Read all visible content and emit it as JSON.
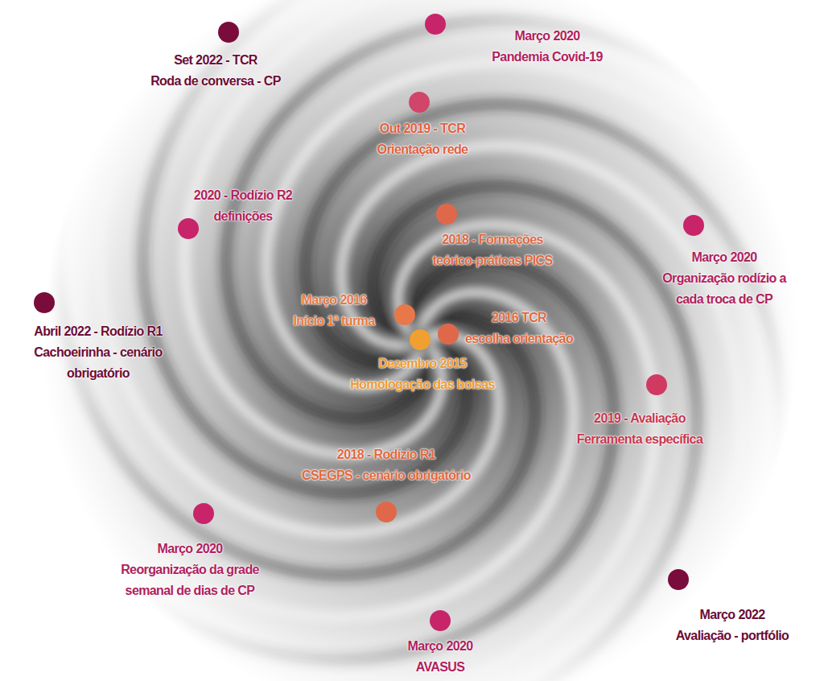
{
  "diagram": {
    "labels": [
      "Set 2022 - TCR Roda de conversa - CP",
      "Março 2020 Pandemia Covid-19",
      "Out 2019 - TCR Orientação rede",
      "2020 - Rodízio R2 definições",
      "2018 - Formações teórico-práticas PICS",
      "Março 2020 Organização rodízio a cada troca de CP",
      "Abril 2022 - Rodízio R1 Cachoeirinha - cenário obrigatório",
      "Março 2016 Início 1ª turma",
      "2016 TCR escolha orientação",
      "Dezembro 2015 Homologação das bolsas",
      "2019 - Avaliação Ferramenta específica",
      "2018 - Rodízio R1 CSEGPS - cenário obrigatório",
      "Março 2020 Reorganização da grade semanal de dias de CP",
      "Março 2022 Avaliação - portfólio",
      "Março 2020 AVASUS"
    ]
  }
}
